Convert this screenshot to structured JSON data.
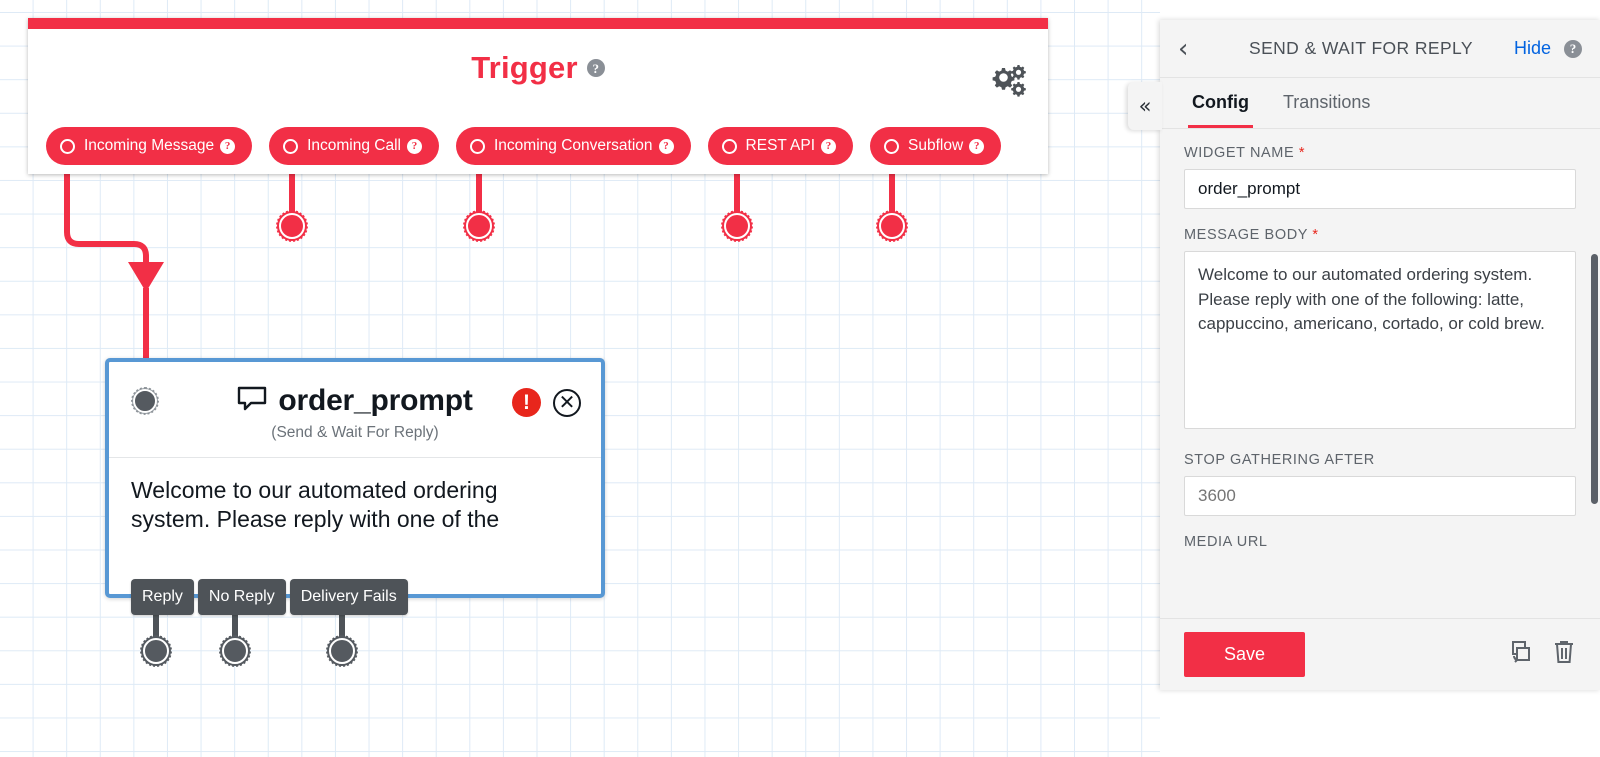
{
  "canvas": {
    "trigger": {
      "title": "Trigger",
      "help_icon": "help-icon",
      "gear_icon": "gear-settings-icon",
      "pills": [
        {
          "label": "Incoming Message",
          "icon": "radio-circle-icon",
          "help": "?"
        },
        {
          "label": "Incoming Call",
          "icon": "radio-circle-icon",
          "help": "?"
        },
        {
          "label": "Incoming Conversation",
          "icon": "radio-circle-icon",
          "help": "?"
        },
        {
          "label": "REST API",
          "icon": "radio-circle-icon",
          "help": "?"
        },
        {
          "label": "Subflow",
          "icon": "radio-circle-icon",
          "help": "?"
        }
      ],
      "accent_color": "#f22f46"
    },
    "node": {
      "title": "order_prompt",
      "subtitle": "(Send & Wait For Reply)",
      "body_preview": "Welcome to our automated ordering system. Please reply with one of the",
      "chat_icon": "chat-bubble-icon",
      "error_icon": "error-exclamation-icon",
      "error_glyph": "!",
      "close_icon": "close-circle-icon",
      "close_glyph": "✕",
      "border_color": "#5898d4",
      "transitions": [
        {
          "label": "Reply"
        },
        {
          "label": "No Reply"
        },
        {
          "label": "Delivery Fails"
        }
      ]
    }
  },
  "panel": {
    "header": {
      "back_icon": "back-chevron-icon",
      "back_glyph": "‹",
      "title": "SEND & WAIT FOR REPLY",
      "hide_label": "Hide",
      "help_icon": "help-icon"
    },
    "collapse_glyph": "«",
    "tabs": [
      {
        "label": "Config",
        "active": true
      },
      {
        "label": "Transitions",
        "active": false
      }
    ],
    "fields": [
      {
        "label": "WIDGET NAME",
        "required": true,
        "value": "order_prompt",
        "placeholder": "",
        "type": "text"
      },
      {
        "label": "MESSAGE BODY",
        "required": true,
        "value": "Welcome to our automated ordering system. Please reply with one of the following: latte, cappuccino, americano, cortado, or cold brew.",
        "placeholder": "",
        "type": "textarea"
      },
      {
        "label": "STOP GATHERING AFTER",
        "required": false,
        "value": "",
        "placeholder": "3600",
        "type": "text"
      },
      {
        "label": "MEDIA URL",
        "required": false,
        "value": "",
        "placeholder": "",
        "type": "text"
      }
    ],
    "footer": {
      "save_label": "Save",
      "duplicate_icon": "duplicate-copy-icon",
      "delete_icon": "trash-delete-icon"
    },
    "save_color": "#f22f46",
    "accent_color": "#f22f46"
  }
}
